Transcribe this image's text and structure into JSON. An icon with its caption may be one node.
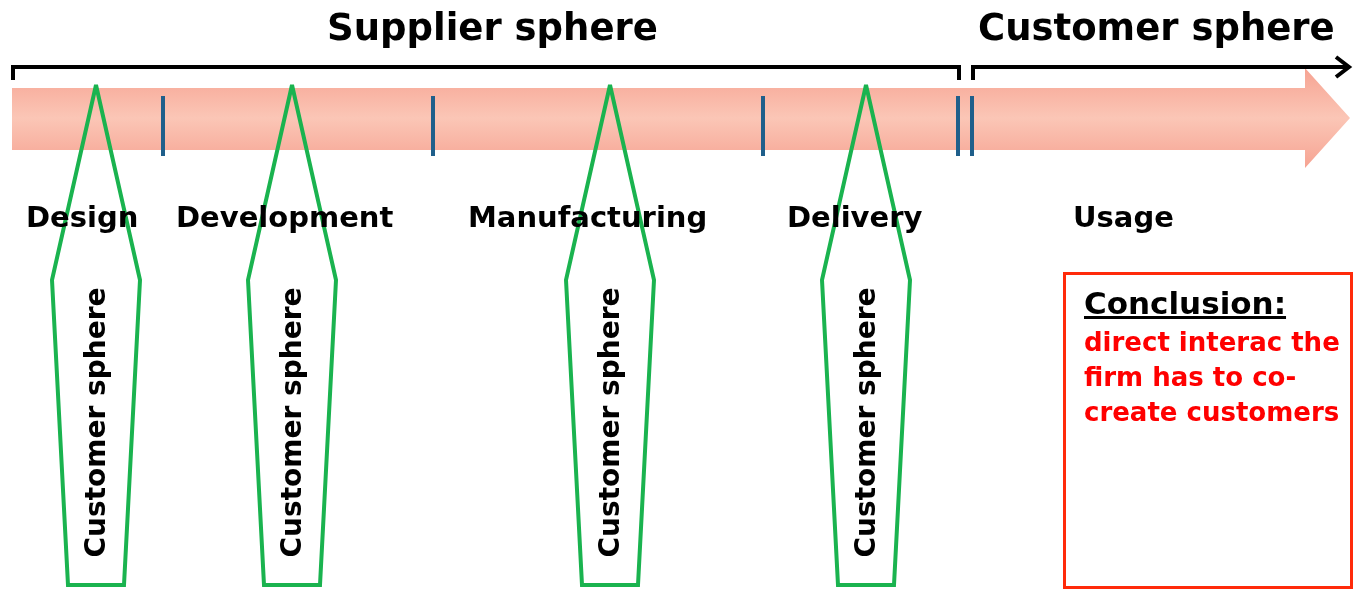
{
  "diagram": {
    "nodes": [
      {
        "text": [
          "Customer sphere"
        ]
      },
      {
        "text": [
          "Customer sphere"
        ]
      },
      {
        "text": [
          "Customer sphere"
        ]
      },
      {
        "text": [
          "Customer sphere"
        ]
      },
      {
        "text": [
          "Conclusion:",
          "direct interac the firm has to co-create customers"
        ]
      }
    ],
    "labels": [
      "Supplier sphere",
      "Customer sphere",
      "Design",
      "Development",
      "Manufacturing",
      "Delivery",
      "Usage"
    ]
  }
}
